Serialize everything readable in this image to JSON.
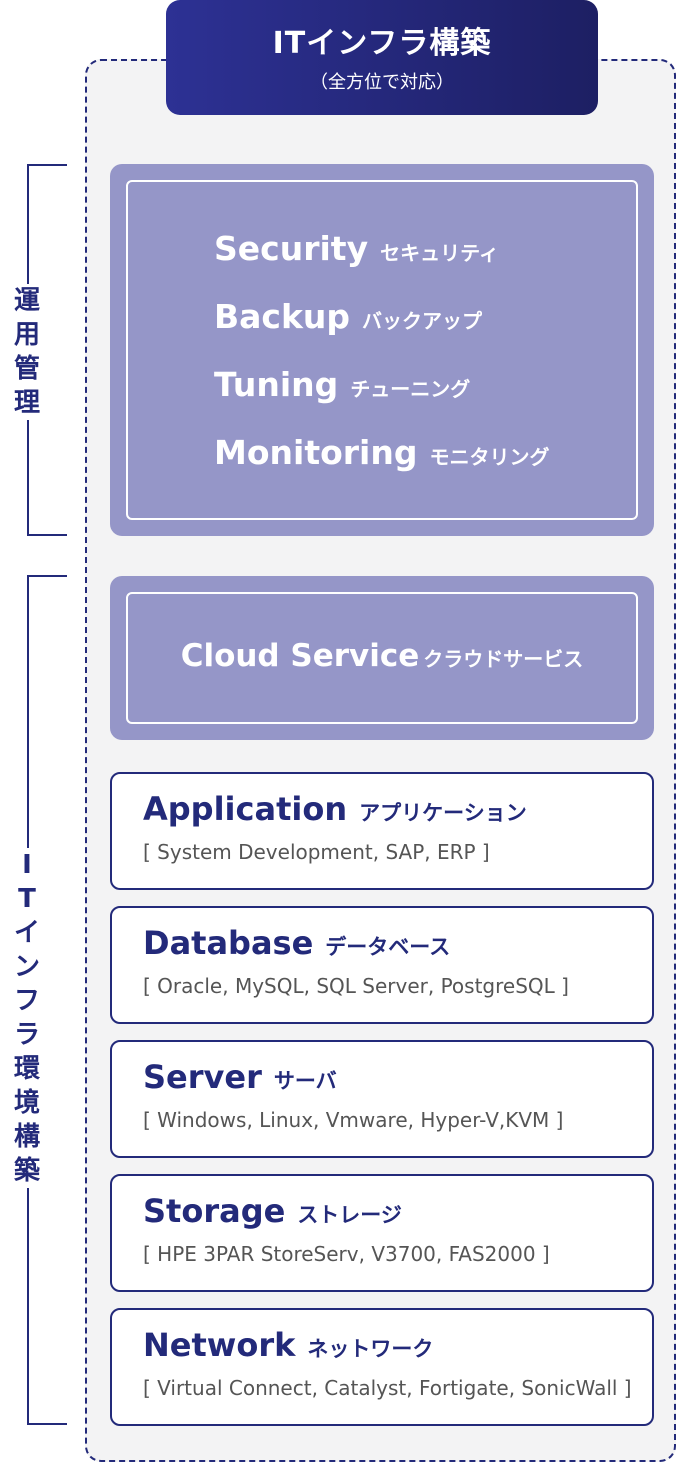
{
  "header": {
    "title": "ITインフラ構築",
    "subtitle": "（全方位で対応）"
  },
  "labels": {
    "operations": [
      "運",
      "用",
      "管",
      "理"
    ],
    "infrastructure": [
      "I",
      "T",
      "イ",
      "ン",
      "フ",
      "ラ",
      "環",
      "境",
      "構",
      "築"
    ]
  },
  "operations_items": [
    {
      "en": "Security",
      "jp": "セキュリティ"
    },
    {
      "en": "Backup",
      "jp": "バックアップ"
    },
    {
      "en": "Tuning",
      "jp": "チューニング"
    },
    {
      "en": "Monitoring",
      "jp": "モニタリング"
    }
  ],
  "cloud": {
    "en": "Cloud Service",
    "jp": "クラウドサービス"
  },
  "layers": [
    {
      "en": "Application",
      "jp": "アプリケーション",
      "sub": "[ System Development, SAP, ERP ]"
    },
    {
      "en": "Database",
      "jp": "データベース",
      "sub": "[ Oracle, MySQL, SQL Server, PostgreSQL ]"
    },
    {
      "en": "Server",
      "jp": "サーバ",
      "sub": "[ Windows, Linux, Vmware, Hyper-V,KVM ]"
    },
    {
      "en": "Storage",
      "jp": "ストレージ",
      "sub": "[ HPE 3PAR StoreServ, V3700, FAS2000 ]"
    },
    {
      "en": "Network",
      "jp": "ネットワーク",
      "sub": "[ Virtual Connect, Catalyst, Fortigate, SonicWall ]"
    }
  ]
}
